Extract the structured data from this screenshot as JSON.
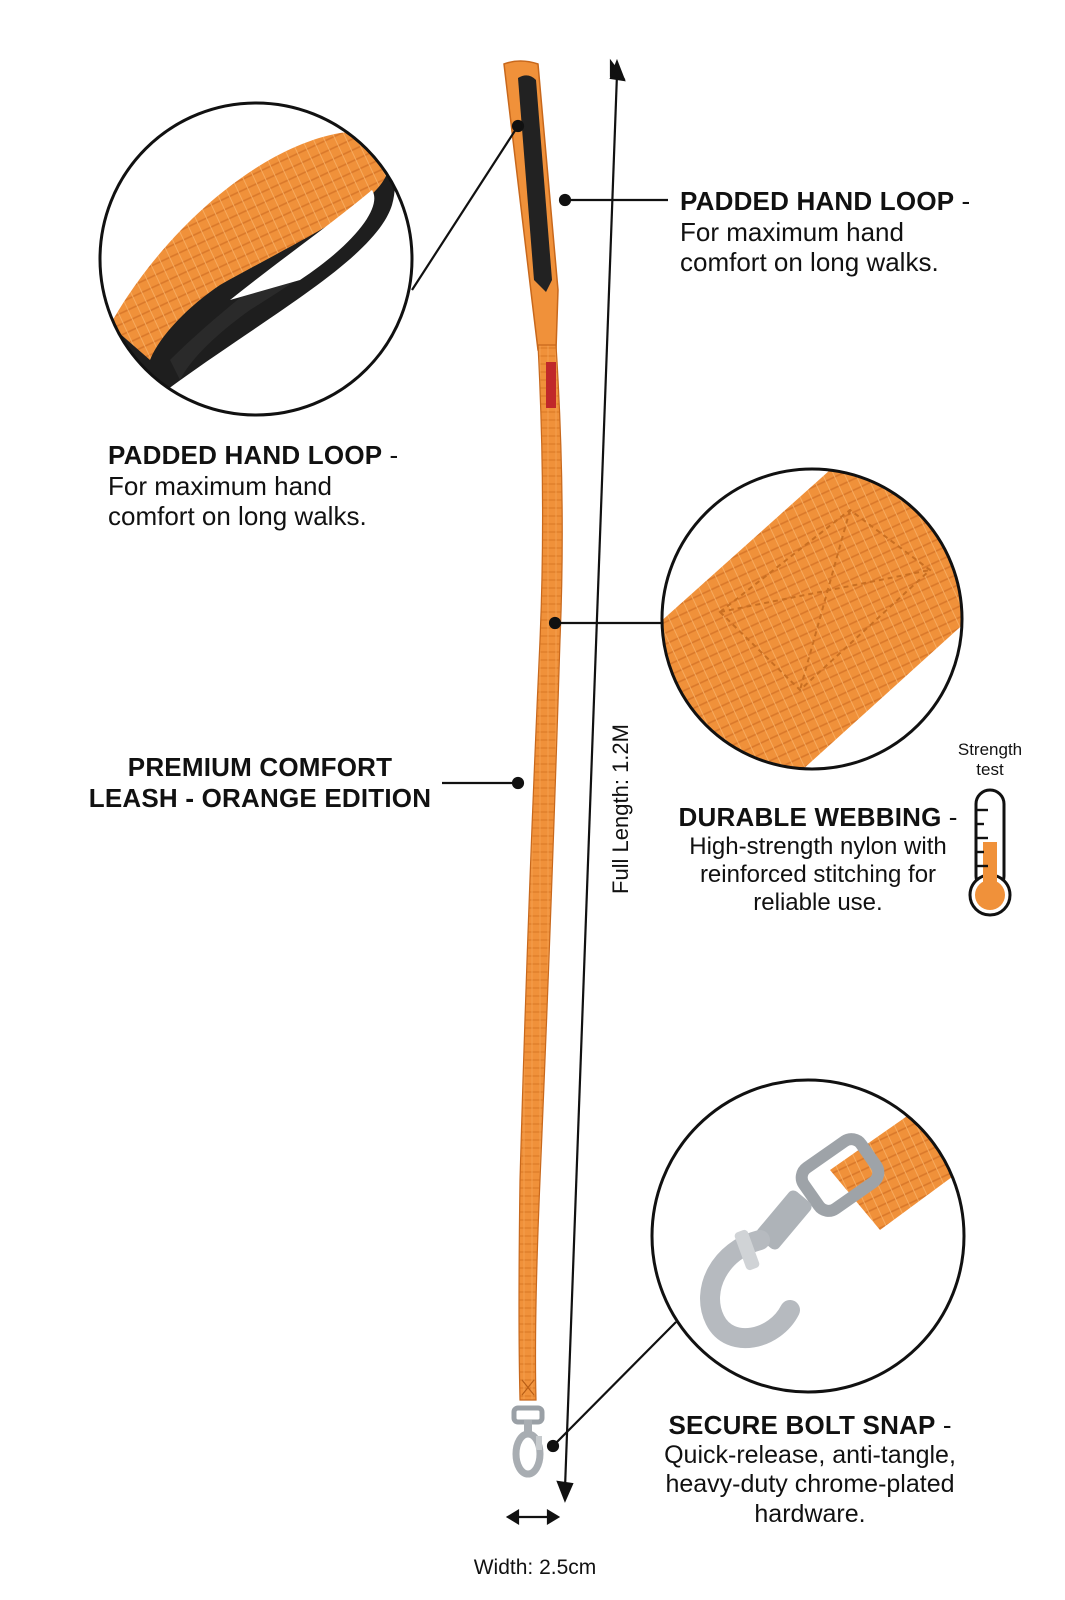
{
  "callouts": {
    "loop_right": {
      "heading": "PADDED HAND LOOP",
      "dash": " -",
      "line1": "For maximum hand",
      "line2": "comfort on long walks."
    },
    "loop_left": {
      "heading": "PADDED HAND LOOP",
      "dash": " -",
      "line1": "For maximum hand",
      "line2": "comfort on long walks."
    },
    "product": {
      "line1": "PREMIUM COMFORT",
      "line2": "LEASH - ORANGE EDITION"
    },
    "webbing": {
      "heading": "DURABLE WEBBING",
      "dash": " -",
      "line1": "High-strength nylon with",
      "line2": "reinforced stitching for",
      "line3": "reliable use."
    },
    "snap": {
      "heading": "SECURE BOLT SNAP",
      "dash": " -",
      "line1": "Quick-release, anti-tangle,",
      "line2": "heavy-duty chrome-plated",
      "line3": "hardware."
    }
  },
  "strength": {
    "line1": "Strength",
    "line2": "test"
  },
  "measurements": {
    "length": "Full Length: 1.2M",
    "width": "Width: 2.5cm"
  },
  "colors": {
    "leash_orange": "#f0913a",
    "loop_padding": "#1e1e1e",
    "hardware_chrome": "#b8bcc0",
    "ink": "#111111"
  }
}
